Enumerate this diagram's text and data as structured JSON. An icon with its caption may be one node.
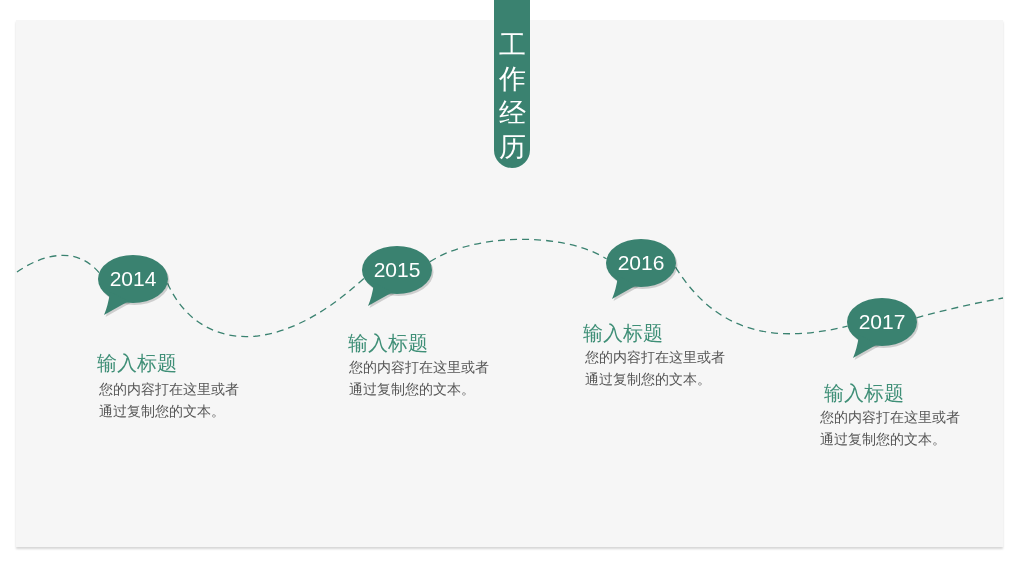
{
  "diagram": {
    "title": "工作经历",
    "nodes": [
      {
        "text": [
          "2014"
        ],
        "beside": [
          "输入标题",
          "您的内容打在这里或者通过复制您的文本。"
        ]
      },
      {
        "text": [
          "2015"
        ],
        "beside": [
          "输入标题",
          "您的内容打在这里或者通过复制您的文本。"
        ]
      },
      {
        "text": [
          "2016"
        ],
        "beside": [
          "输入标题",
          "您的内容打在这里或者通过复制您的文本。"
        ]
      },
      {
        "text": [
          "2017"
        ],
        "beside": [
          "输入标题",
          "您的内容打在这里或者通过复制您的文本。"
        ]
      }
    ],
    "edges": [
      {
        "from": null,
        "to": 0,
        "arrow": "none",
        "style": "dashed"
      },
      {
        "from": 0,
        "to": 1,
        "arrow": "none",
        "style": "dashed"
      },
      {
        "from": 1,
        "to": 2,
        "arrow": "none",
        "style": "dashed"
      },
      {
        "from": 2,
        "to": 3,
        "arrow": "none",
        "style": "dashed"
      },
      {
        "from": 3,
        "to": null,
        "arrow": "none",
        "style": "dashed"
      }
    ]
  }
}
